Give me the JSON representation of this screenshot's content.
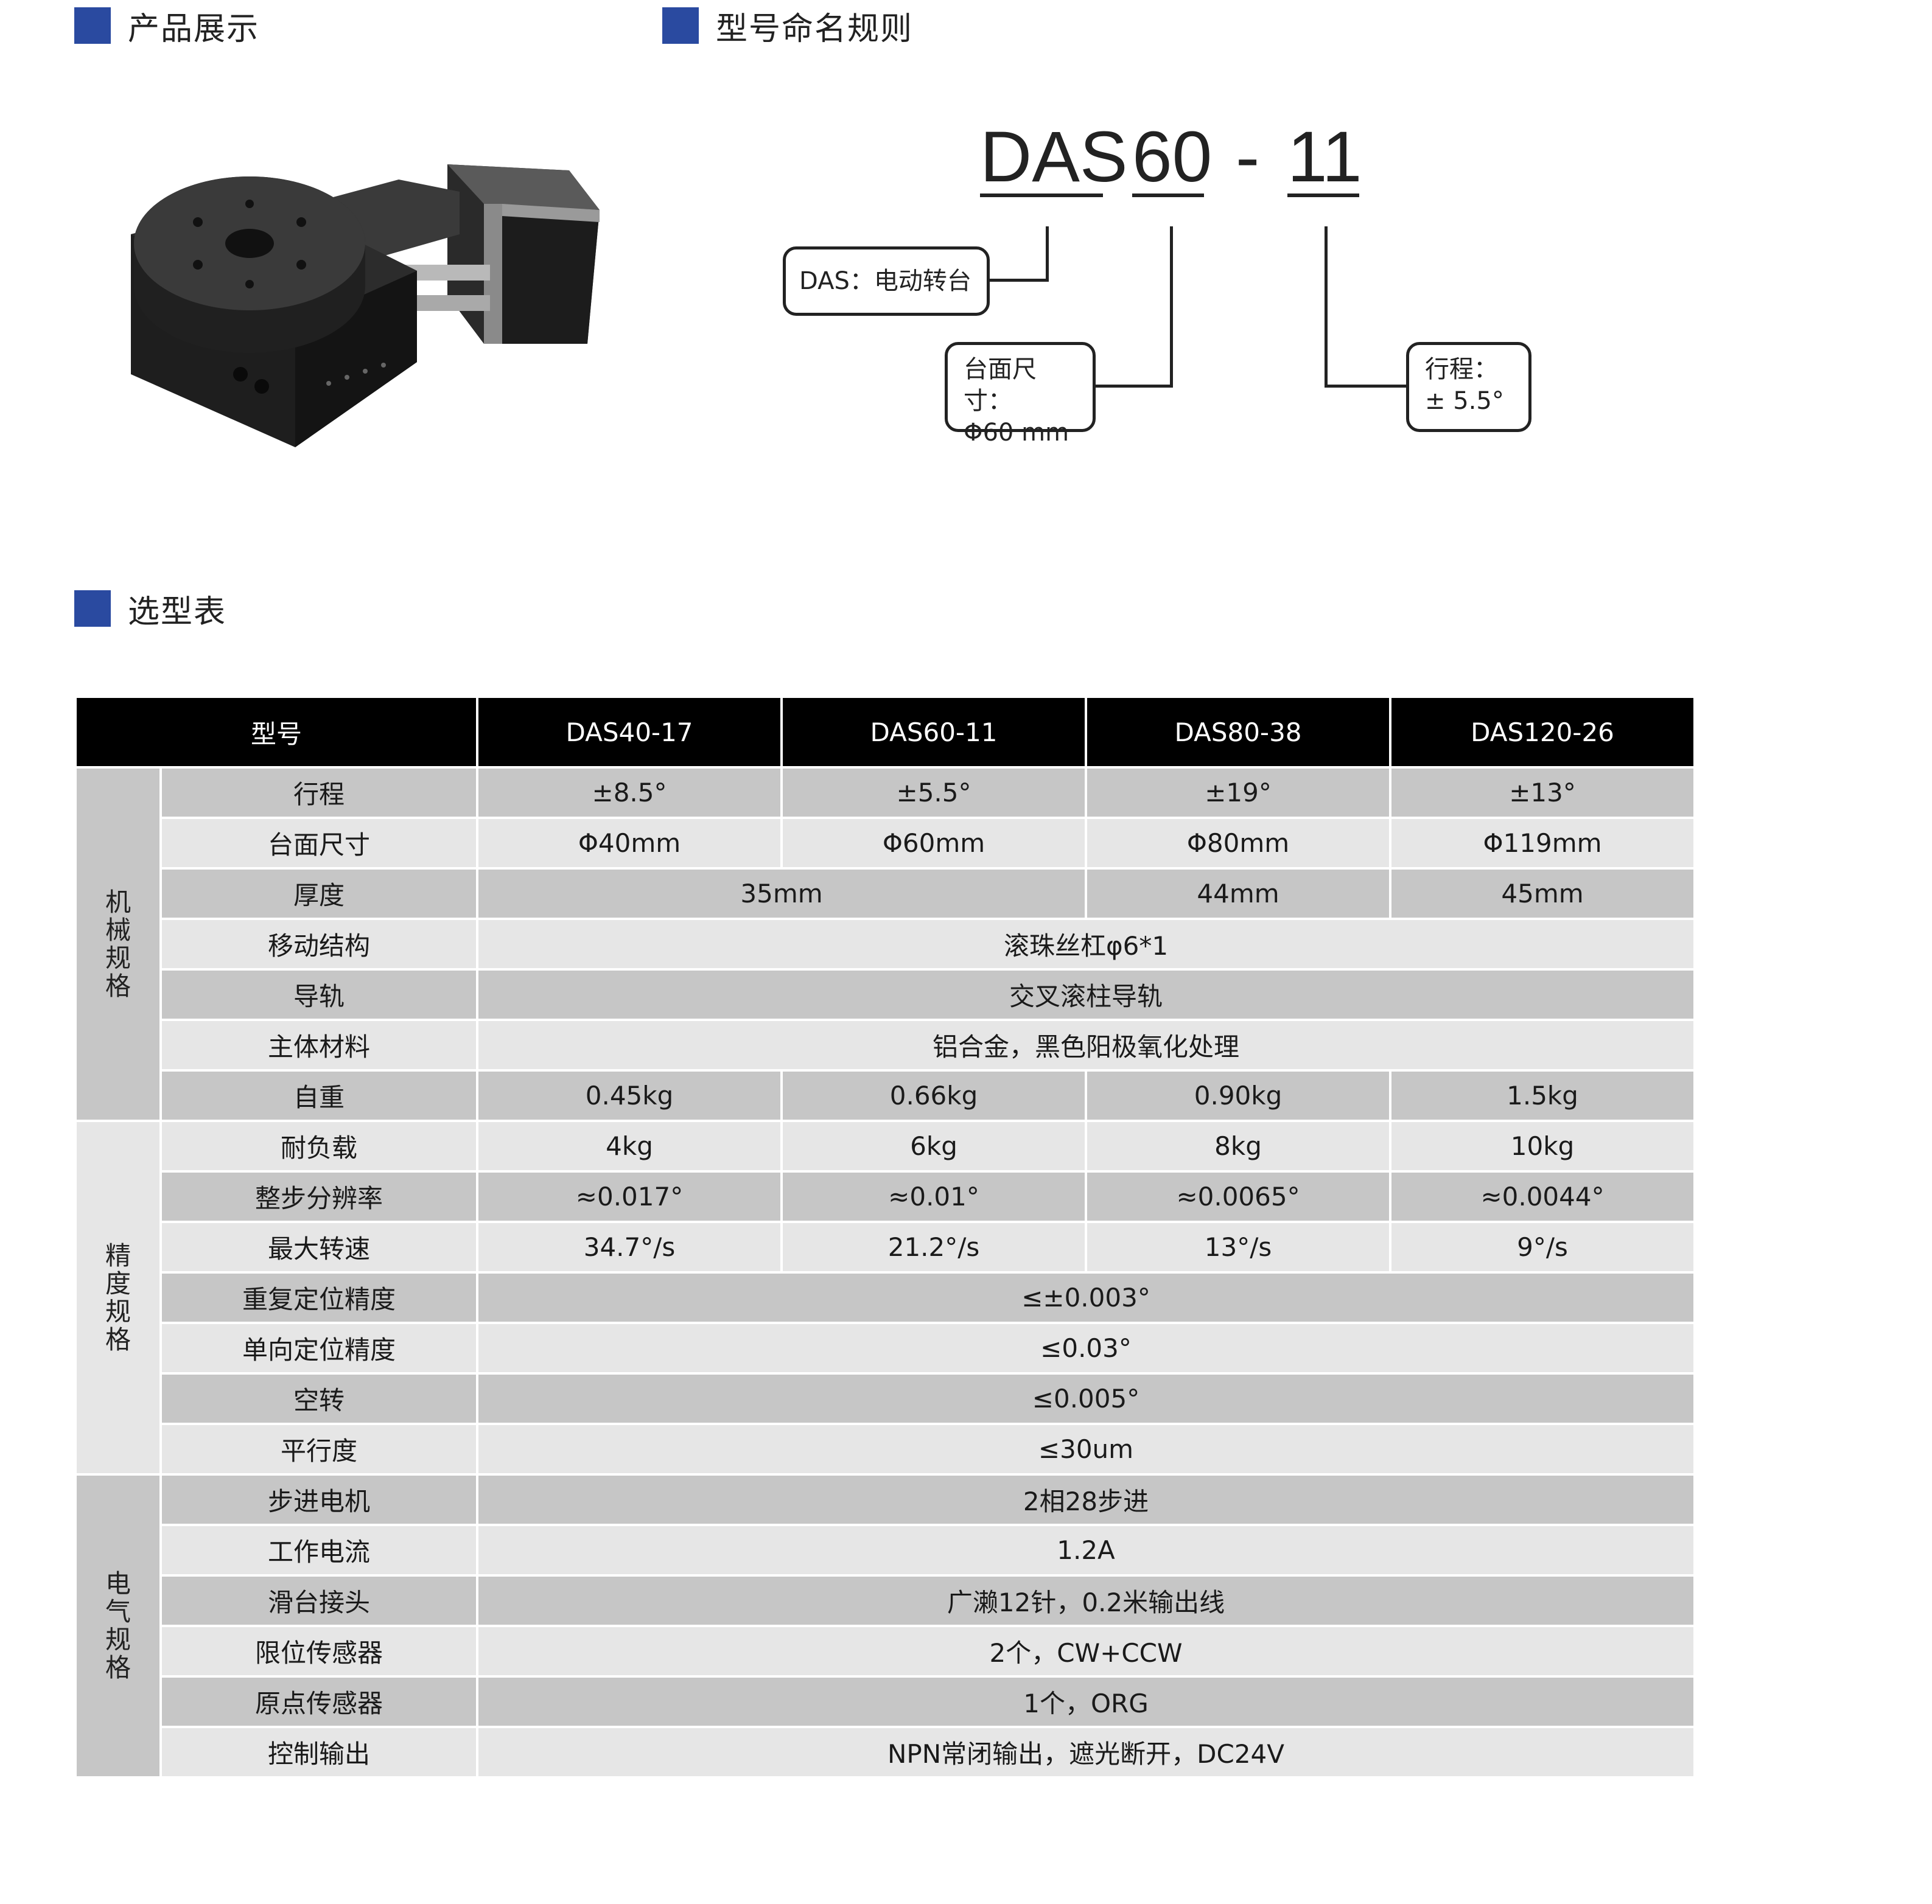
{
  "sections": {
    "product_display": "产品展示",
    "naming_rule": "型号命名规则",
    "selection_table": "选型表"
  },
  "naming": {
    "part1": "DAS",
    "part2": "60",
    "dash": "-",
    "part3": "11",
    "callout1": "DAS：电动转台",
    "callout2_line1": "台面尺寸：",
    "callout2_line2": "Φ60 mm",
    "callout3_line1": "行程：",
    "callout3_line2": "± 5.5°"
  },
  "table": {
    "header": [
      "型号",
      "DAS40-17",
      "DAS60-11",
      "DAS80-38",
      "DAS120-26"
    ],
    "groups": {
      "mechanical": "机械规格",
      "precision": "精度规格",
      "electrical": "电气规格"
    },
    "rows": {
      "stroke": {
        "label": "行程",
        "v": [
          "±8.5°",
          "±5.5°",
          "±19°",
          "±13°"
        ]
      },
      "table_size": {
        "label": "台面尺寸",
        "v": [
          "Φ40mm",
          "Φ60mm",
          "Φ80mm",
          "Φ119mm"
        ]
      },
      "thickness": {
        "label": "厚度",
        "v12": "35mm",
        "v3": "44mm",
        "v4": "45mm"
      },
      "motion": {
        "label": "移动结构",
        "v": "滚珠丝杠φ6*1"
      },
      "guide": {
        "label": "导轨",
        "v": "交叉滚柱导轨"
      },
      "material": {
        "label": "主体材料",
        "v": "铝合金，黑色阳极氧化处理"
      },
      "weight": {
        "label": "自重",
        "v": [
          "0.45kg",
          "0.66kg",
          "0.90kg",
          "1.5kg"
        ]
      },
      "load": {
        "label": "耐负载",
        "v": [
          "4kg",
          "6kg",
          "8kg",
          "10kg"
        ]
      },
      "resolution": {
        "label": "整步分辨率",
        "v": [
          "≈0.017°",
          "≈0.01°",
          "≈0.0065°",
          "≈0.0044°"
        ]
      },
      "speed": {
        "label": "最大转速",
        "v": [
          "34.7°/s",
          "21.2°/s",
          "13°/s",
          "9°/s"
        ]
      },
      "repeat": {
        "label": "重复定位精度",
        "v": "≤±0.003°"
      },
      "unidir": {
        "label": "单向定位精度",
        "v": "≤0.03°"
      },
      "backlash": {
        "label": "空转",
        "v": "≤0.005°"
      },
      "parallel": {
        "label": "平行度",
        "v": "≤30um"
      },
      "motor": {
        "label": "步进电机",
        "v": "2相28步进"
      },
      "current": {
        "label": "工作电流",
        "v": "1.2A"
      },
      "connector": {
        "label": "滑台接头",
        "v": "广濑12针，0.2米输出线"
      },
      "limit": {
        "label": "限位传感器",
        "v": "2个，CW+CCW"
      },
      "origin": {
        "label": "原点传感器",
        "v": "1个，ORG"
      },
      "control": {
        "label": "控制输出",
        "v": "NPN常闭输出，遮光断开，DC24V"
      }
    }
  }
}
